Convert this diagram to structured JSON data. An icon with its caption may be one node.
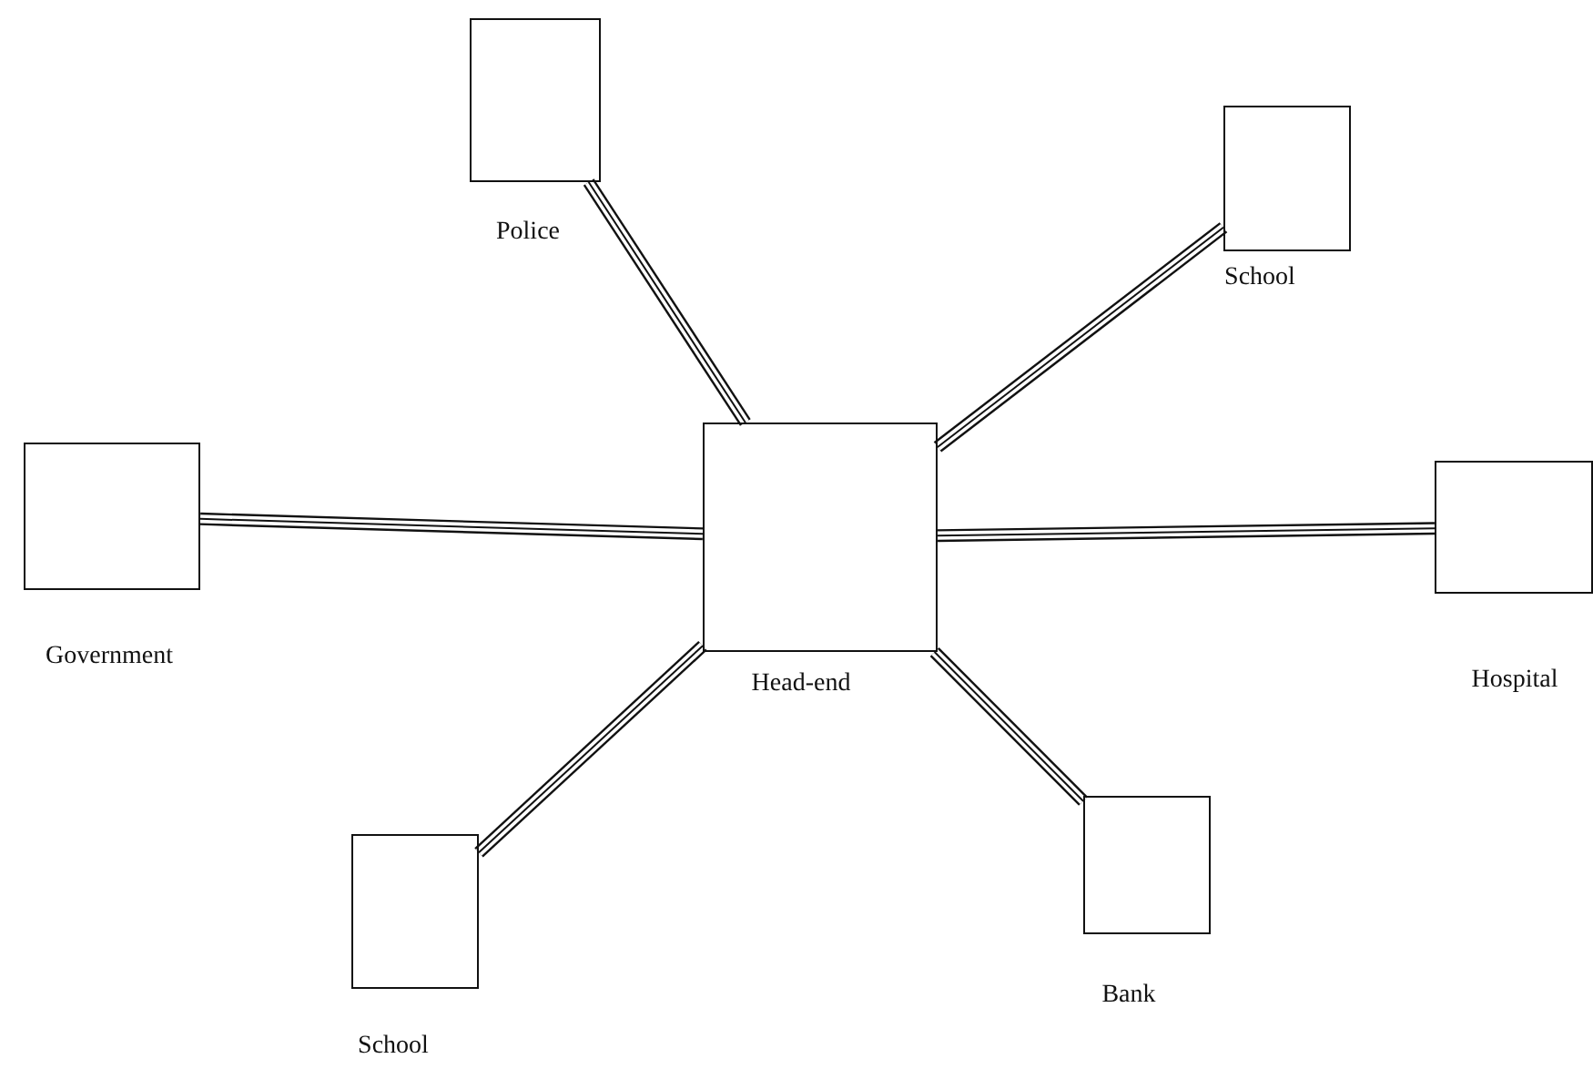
{
  "diagram": {
    "nodes": [
      {
        "text": [
          "Police"
        ]
      },
      {
        "text": [
          "School"
        ]
      },
      {
        "text": [
          "Government"
        ]
      },
      {
        "text": [
          "Head-end"
        ]
      },
      {
        "text": [
          "Hospital"
        ]
      },
      {
        "text": [
          "Bank"
        ]
      },
      {
        "text": [
          "School"
        ]
      }
    ],
    "edges": [
      {
        "from": 0,
        "to": 3,
        "arrow": "none"
      },
      {
        "from": 1,
        "to": 3,
        "arrow": "none"
      },
      {
        "from": 2,
        "to": 3,
        "arrow": "none"
      },
      {
        "from": 4,
        "to": 3,
        "arrow": "none"
      },
      {
        "from": 5,
        "to": 3,
        "arrow": "none"
      },
      {
        "from": 6,
        "to": 3,
        "arrow": "none"
      }
    ]
  }
}
